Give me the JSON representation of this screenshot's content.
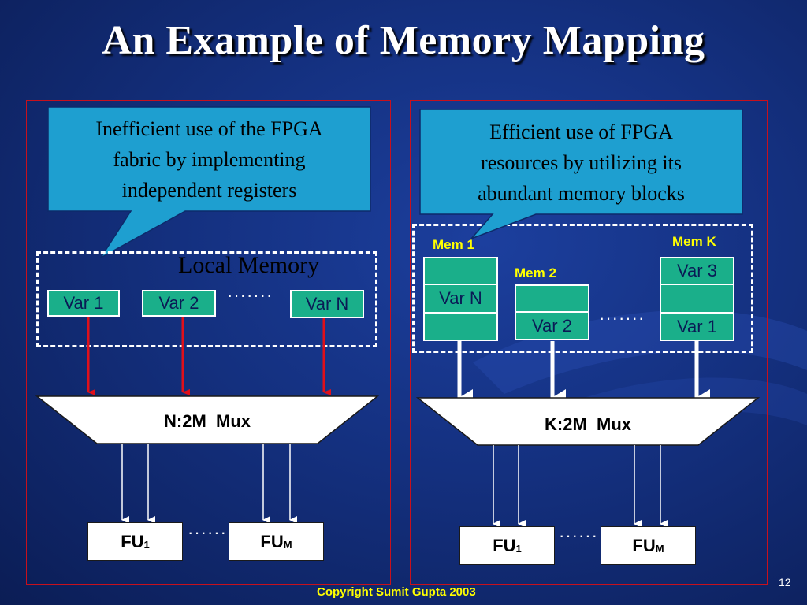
{
  "slide": {
    "title": "An Example of Memory Mapping",
    "copyright": "Copyright Sumit Gupta 2003",
    "number": "12"
  },
  "left": {
    "callout": [
      "Inefficient use of the FPGA",
      "fabric by implementing",
      "independent registers"
    ],
    "local_memory_label": "Local Memory",
    "vars": [
      "Var 1",
      "Var 2",
      "Var N"
    ],
    "vars_ellipsis": "·······",
    "mux_label": "N:2M  Mux",
    "fu_first": "FU",
    "fu_first_sub": "1",
    "fu_last": "FU",
    "fu_last_sub": "M",
    "fu_ellipsis": "······"
  },
  "right": {
    "callout": [
      "Efficient use of FPGA",
      "resources by utilizing its",
      "abundant memory blocks"
    ],
    "memories": [
      {
        "label": "Mem 1",
        "cells": [
          "",
          "Var N",
          ""
        ]
      },
      {
        "label": "Mem 2",
        "cells": [
          "",
          "Var 2"
        ]
      },
      {
        "label": "Mem K",
        "cells": [
          "Var 3",
          "",
          "Var 1"
        ]
      }
    ],
    "mem_ellipsis": "·······",
    "mux_label": "K:2M  Mux",
    "fu_first": "FU",
    "fu_first_sub": "1",
    "fu_last": "FU",
    "fu_last_sub": "M",
    "fu_ellipsis": "······"
  },
  "colors": {
    "background": "#14307f",
    "callout_fill": "#1e9fd0",
    "var_fill": "#1aaf8a",
    "accent_yellow": "#ffff00",
    "panel_border": "#c8101c",
    "register_arrow": "#e0101a"
  }
}
